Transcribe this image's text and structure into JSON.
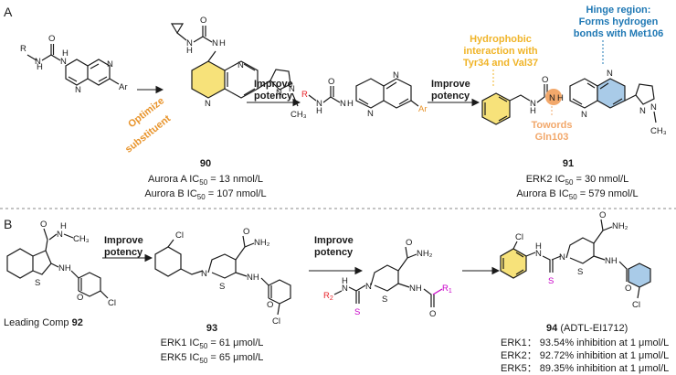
{
  "panel_a": {
    "label": "A",
    "arrow1_label": "Optimize substituent",
    "arrow2_label": "Improve potency",
    "arrow3_label": "Improve potency",
    "compound_90": {
      "id": "90",
      "line1": "Aurora A IC50 = 13 nmol/L",
      "line2": "Aurora B IC50 = 107 nmol/L"
    },
    "compound_91": {
      "id": "91",
      "line1": "ERK2 IC50 = 30 nmol/L",
      "line2": "Aurora B IC50 = 579 nmol/L"
    },
    "annotation_hydrophobic": [
      "Hydrophobic",
      "interaction with",
      "Tyr34 and Val37"
    ],
    "annotation_hinge": [
      "Hinge region:",
      "Forms hydrogen",
      "bonds with Met106"
    ],
    "annotation_gln": [
      "Towords",
      "Gln103"
    ]
  },
  "panel_b": {
    "label": "B",
    "arrow1_label": "Improve potency",
    "arrow2_label": "Improve potency",
    "leading_label": "Leading Comp",
    "leading_id": "92",
    "compound_93": {
      "id": "93",
      "line1": "ERK1 IC50 = 61 μmol/L",
      "line2": "ERK5 IC50 = 65 μmol/L"
    },
    "compound_94": {
      "id": "94",
      "name": "(ADTL-EI1712)",
      "line1": "ERK1： 93.54% inhibition at 1 μmol/L",
      "line2": "ERK2： 92.72% inhibition at 1 μmol/L",
      "line3": "ERK5： 89.35% inhibition at 1 μmol/L"
    }
  },
  "colors": {
    "orange": "#e8942c",
    "yellow_ring": "#f7e27a",
    "blue_text": "#1f78b4",
    "blue_ring": "#a9cbe8",
    "salmon": "#f2a86b",
    "red": "#e8232a",
    "magenta": "#c800c8",
    "divider": "#888888"
  }
}
